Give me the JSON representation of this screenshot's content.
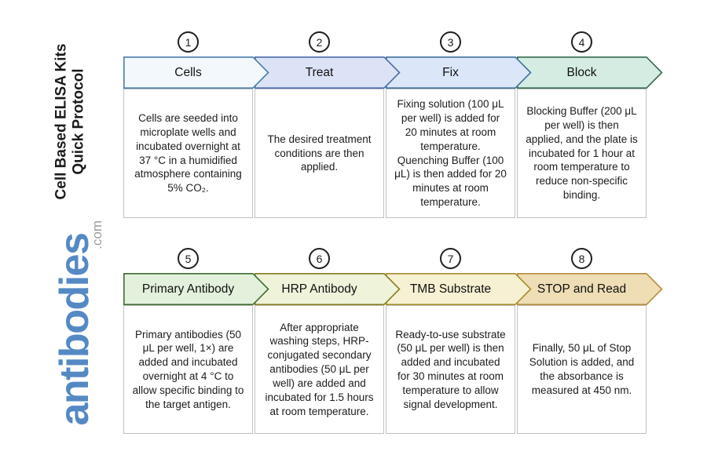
{
  "sidebar": {
    "title_line1": "Cell Based ELISA Kits",
    "title_line2": "Quick Protocol",
    "logo_text": "antibodies",
    "logo_suffix": ".com",
    "logo_color": "#5589c4",
    "logo_suffix_color": "#9b9b9b"
  },
  "steps": [
    {
      "number": "1",
      "label": "Cells",
      "fill": "#f3f8fc",
      "border": "#4a7dab",
      "description": "Cells are seeded into microplate wells and incubated overnight at 37 °C in a humidified atmosphere containing 5% CO₂."
    },
    {
      "number": "2",
      "label": "Treat",
      "fill": "#dde3f6",
      "border": "#4b6bab",
      "description": "The desired treatment conditions are then applied."
    },
    {
      "number": "3",
      "label": "Fix",
      "fill": "#dbe7f8",
      "border": "#41709f",
      "description": "Fixing solution (100 μL per well) is added for 20 minutes at room temperature. Quenching Buffer (100 μL) is then added for 20 minutes at room temperature."
    },
    {
      "number": "4",
      "label": "Block",
      "fill": "#d4ece2",
      "border": "#356b4f",
      "description": "Blocking Buffer (200 μL per well) is then applied, and the plate is incubated for 1 hour at room temperature to reduce non-specific binding."
    },
    {
      "number": "5",
      "label": "Primary Antibody",
      "fill": "#e3f1dc",
      "border": "#3f6d33",
      "description": "Primary antibodies (50 μL per well, 1×) are added and incubated overnight at 4 °C to allow specific binding to the target antigen."
    },
    {
      "number": "6",
      "label": "HRP Antibody",
      "fill": "#eef3da",
      "border": "#877d22",
      "description": "After appropriate washing steps, HRP-conjugated secondary antibodies (50 μL per well) are added and incubated for 1.5 hours at room temperature."
    },
    {
      "number": "7",
      "label": "TMB Substrate",
      "fill": "#f6f1d2",
      "border": "#a68d2c",
      "description": "Ready-to-use substrate (50 μL per well) is then added and incubated for 30 minutes at room temperature to allow signal development."
    },
    {
      "number": "8",
      "label": "STOP and Read",
      "fill": "#eeddb5",
      "border": "#b78c3e",
      "description": "Finally, 50 μL of Stop Solution is added, and the absorbance is measured at 450 nm."
    }
  ]
}
